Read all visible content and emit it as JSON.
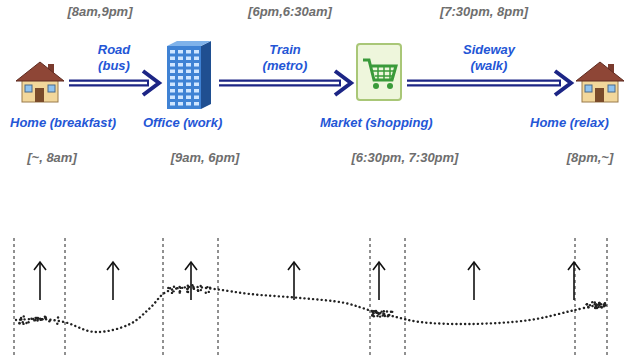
{
  "diagram": {
    "nodes": [
      {
        "text": [
          "Home (breakfast)"
        ]
      },
      {
        "text": [
          "Office (work)"
        ]
      },
      {
        "text": [
          "Market (shopping)"
        ]
      },
      {
        "text": [
          "Home (relax)"
        ]
      }
    ],
    "edges": [
      {
        "from": 0,
        "to": 1,
        "label": "Road (bus)",
        "arrow": "to"
      },
      {
        "from": 1,
        "to": 2,
        "label": "Train (metro)",
        "arrow": "to"
      },
      {
        "from": 2,
        "to": 3,
        "label": "Sideway (walk)",
        "arrow": "to"
      }
    ],
    "labels": [
      "[8am,9pm]",
      "[6pm,6:30am]",
      "[7:30pm, 8pm]",
      "[~, 8am]",
      "[9am, 6pm]",
      "[6:30pm, 7:30pm]",
      "[8pm,~]"
    ]
  }
}
